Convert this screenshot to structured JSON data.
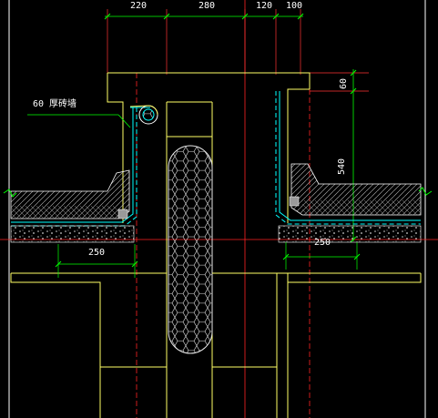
{
  "drawing": {
    "dimensions_top": [
      "220",
      "280",
      "120",
      "100"
    ],
    "dim_60": "60",
    "dim_540": "540",
    "dim_250_left": "250",
    "dim_250_right": "250",
    "wall_note": "60 厚砖墙"
  },
  "colors": {
    "background": "#000000",
    "outline": "#ffff66",
    "dimension": "#00ff00",
    "dim_ext": "#ff3333",
    "axis": "#ff2222",
    "membrane": "#00ffff",
    "hatch": "#bbbbbb",
    "text": "#ffffff"
  }
}
